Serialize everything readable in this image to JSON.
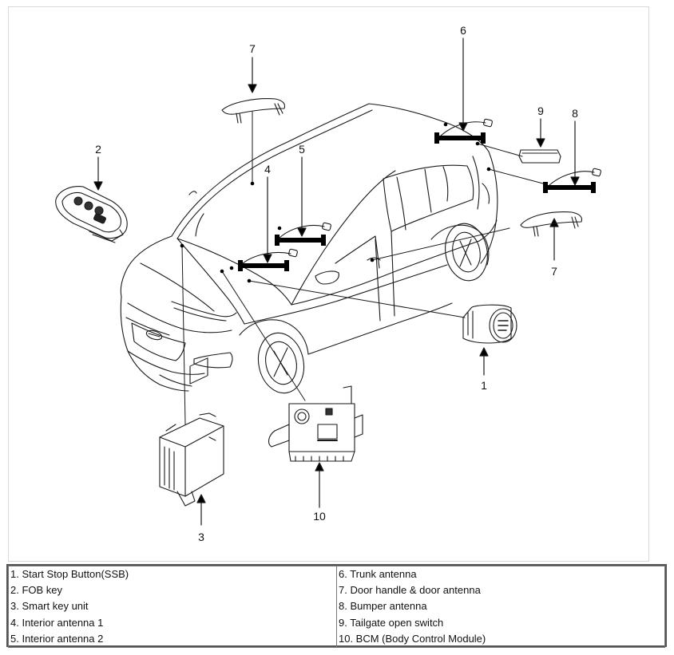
{
  "callouts": {
    "c1": "1",
    "c2": "2",
    "c3": "3",
    "c4": "4",
    "c5": "5",
    "c6": "6",
    "c7a": "7",
    "c7b": "7",
    "c8": "8",
    "c9": "9",
    "c10": "10"
  },
  "legend": {
    "left": [
      "1. Start Stop Button(SSB)",
      "2. FOB key",
      "3. Smart key unit",
      "4. Interior antenna 1",
      "5. Interior antenna 2"
    ],
    "right": [
      "6. Trunk antenna",
      "7. Door handle & door antenna",
      "8. Bumper antenna",
      "9. Tailgate open switch",
      "10. BCM (Body Control Module)"
    ]
  },
  "colors": {
    "line": "#1a1a1a",
    "antenna": "#000000",
    "frame_border": "#d8d8d8",
    "legend_border": "#555555"
  }
}
